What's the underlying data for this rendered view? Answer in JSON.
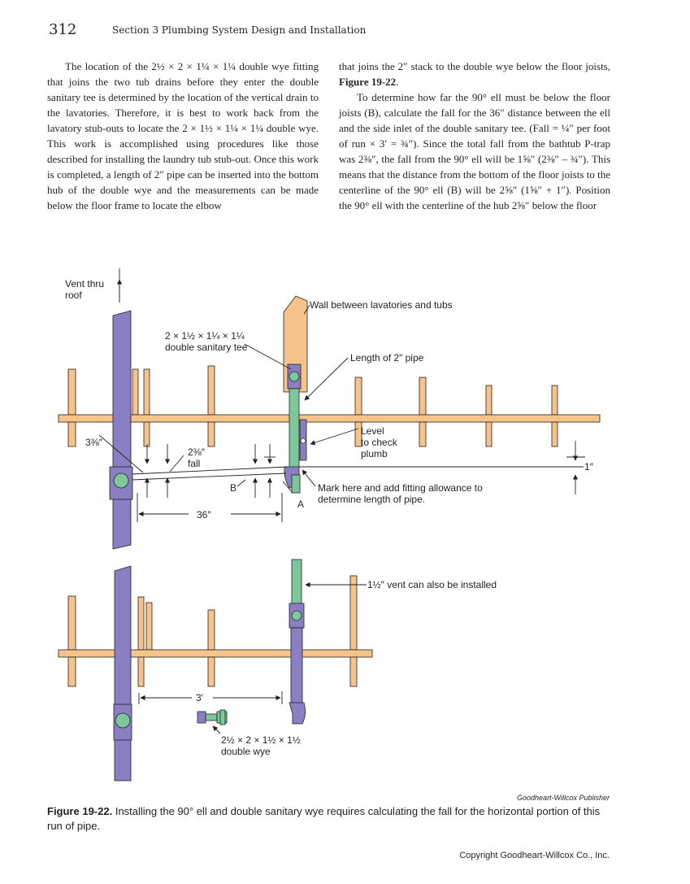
{
  "header": {
    "page_number": "312",
    "section": "Section 3   Plumbing System Design and Installation"
  },
  "body": {
    "left": "The location of the 2½ × 2 × 1¼ × 1¼ double wye fitting that joins the two tub drains before they enter the double sanitary tee is determined by the location of the vertical drain to the lavatories. Therefore, it is best to work back from the lavatory stub-outs to locate the 2 × 1½ × 1¼ × 1¼ double wye. This work is accomplished using procedures like those described for installing the laundry tub stub-out. Once this work is completed, a length of 2″ pipe can be inserted into the bottom hub of the double wye and the measurements can be made below the floor frame to locate the elbow",
    "right_p1_start": "that joins the 2″ stack to the double wye below the floor joists,",
    "right_p1_ref": "Figure 19-22",
    "right_p1_end": ".",
    "right_p2": "To determine how far the 90° ell must be below the floor joists (B), calculate the fall for the 36″ distance between the ell and the side inlet of the double sanitary tee. (Fall = ¼″ per foot of run × 3′ = ¾″). Since the total fall from the bathtub P-trap was 2⅜″, the fall from the 90° ell will be 1⅝″ (2⅜″ – ¾″). This means that the distance from the bottom of the floor joists to the centerline of the 90° ell (B) will be 2⅝″ (1⅝″ + 1″). Position the 90° ell with the centerline of the hub 2⅝″ below the floor"
  },
  "figure": {
    "labels": {
      "vent_1": "Vent thru",
      "vent_2": "roof",
      "wall": "Wall between lavatories and tubs",
      "tee_1": "2 × 1½ × 1¼ × 1¼",
      "tee_2": "double sanitary tee",
      "pipe": "Length of 2″ pipe",
      "level_1": "Level",
      "level_2": "to check",
      "level_3": "plumb",
      "dim_338": "3⅜″",
      "fall_1": "2⅜″",
      "fall_2": "fall",
      "one_inch": "1″",
      "b": "B",
      "a": "A",
      "mark_1": "Mark here and add fitting allowance to",
      "mark_2": "determine length of pipe.",
      "d36": "36″",
      "vent_alt": "1½″ vent can also be installed",
      "d3": "3′",
      "wye_1": "2½ × 2 × 1½ × 1½",
      "wye_2": "double wye"
    },
    "colors": {
      "pipe_purple": "#8b7fc4",
      "wood_tan": "#f6c48b",
      "fitting_green": "#7cc89a",
      "outline": "#231f20"
    },
    "publisher": "Goodheart-Willcox Publisher",
    "caption_label": "Figure 19-22.",
    "caption_text": "Installing the 90° ell and double sanitary wye requires calculating the fall for the horizontal portion of this run of pipe."
  },
  "footer": {
    "copyright": "Copyright Goodheart-Willcox Co., Inc."
  }
}
